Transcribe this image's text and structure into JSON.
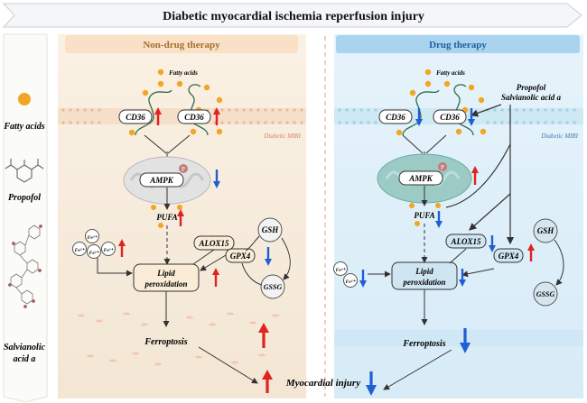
{
  "title": "Diabetic myocardial  ischemia reperfusion injury",
  "legend": {
    "fatty_acids": "Fatty acids",
    "propofol": "Propofol",
    "salvianolic_line1": "Salvianolic",
    "salvianolic_line2": "acid a"
  },
  "panels": {
    "left": {
      "header": "Non-drug therapy",
      "fatty_acids": "Fatty acids",
      "cd36_a": "CD36",
      "cd36_b": "CD36",
      "membrane_label": "Diabetic MIRI",
      "ampk": "AMPK",
      "p_badge": "P",
      "pufa": "PUFA",
      "alox15": "ALOX15",
      "gpx4": "GPX4",
      "gsh": "GSH",
      "gssg": "GSSG",
      "lipid_line1": "Lipid",
      "lipid_line2": "peroxidation",
      "ferroptosis": "Ferroptosis",
      "fe_ion": "Fe²⁺"
    },
    "right": {
      "header": "Drug therapy",
      "fatty_acids": "Fatty acids",
      "drug_line1": "Propofol",
      "drug_line2": "Salvianolic acid a",
      "cd36_a": "CD36",
      "cd36_b": "CD36",
      "membrane_label": "Diabetic MIRI",
      "ampk": "AMPK",
      "p_badge": "P",
      "pufa": "PUFA",
      "alox15": "ALOX15",
      "gpx4": "GPX4",
      "gsh": "GSH",
      "gssg": "GSSG",
      "lipid_line1": "Lipid",
      "lipid_line2": "peroxidation",
      "ferroptosis": "Ferroptosis",
      "fe_ion": "Fe²⁺"
    }
  },
  "outcome": "Myocardial injury",
  "colors": {
    "up_arrow": "#e0231f",
    "down_arrow": "#1f5fd6",
    "fatty_acid_dot": "#f2a623",
    "left_panel": "#faf1e4",
    "right_panel": "#e3f1fa",
    "left_header": "#fbe0c8",
    "right_header": "#a9d3ef",
    "mito_left": "#d9d9d9",
    "mito_right": "#8fc5c0"
  }
}
